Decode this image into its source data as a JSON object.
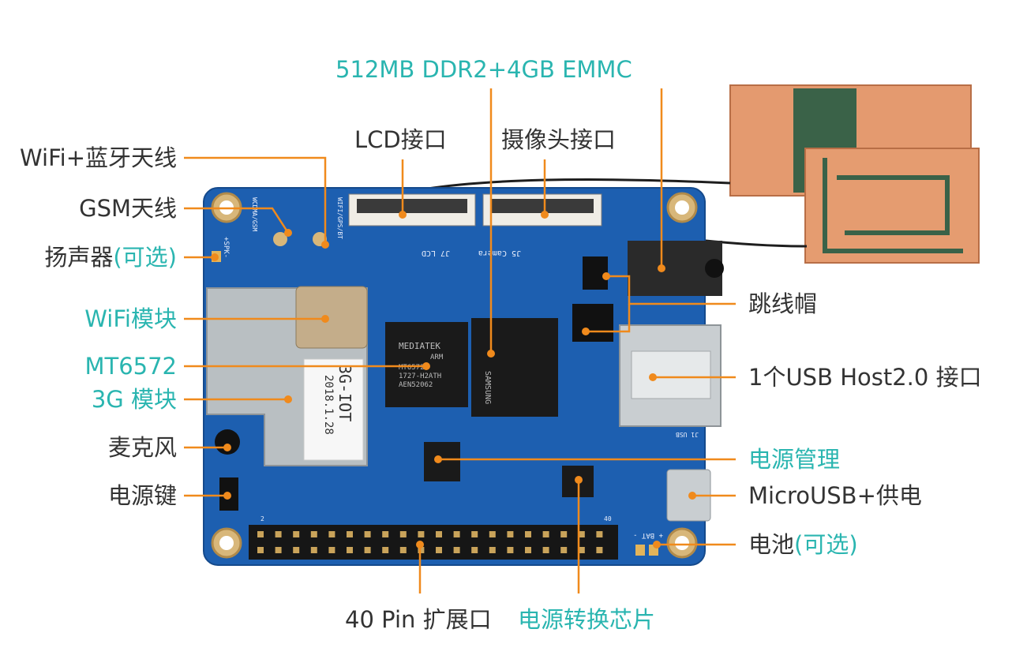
{
  "colors": {
    "accent_teal": "#2ab5b0",
    "leader_orange": "#f08a1c",
    "text_dark": "#333333",
    "pcb_blue": "#1d5fb0"
  },
  "labels": {
    "memory": "512MB DDR2+4GB EMMC",
    "lcd": "LCD接口",
    "camera": "摄像头接口",
    "wifi_bt_antenna": "WiFi+蓝牙天线",
    "gsm_antenna": "GSM天线",
    "speaker_main": "扬声器",
    "speaker_optional": "(可选)",
    "wifi_module": "WiFi模块",
    "soc": "MT6572",
    "module_3g": "3G 模块",
    "microphone": "麦克风",
    "power_key": "电源键",
    "jumper": "跳线帽",
    "usb_host": "1个USB Host2.0 接口",
    "power_mgmt": "电源管理",
    "micro_usb": "MicroUSB+供电",
    "battery_main": "电池",
    "battery_optional": "(可选)",
    "pin_header": "40 Pin 扩展口",
    "power_chip": "电源转换芯片"
  },
  "board_silkscreen": {
    "module_sticker_name": "3G-IOT",
    "module_sticker_date": "2018.1.28",
    "soc_chip_line1": "MEDIATEK",
    "soc_chip_line2": "ARM",
    "soc_chip_line3": "MT6572",
    "soc_chip_line4": "1727-H2ATH",
    "soc_chip_line5": "AEN52062",
    "mem_chip_brand": "SAMSUNG",
    "j7": "J7 LCD",
    "j5": "J5 Camera",
    "spk": "+SPK-",
    "wcdma": "WCDMA/GSM",
    "wifi_gps_bt": "WIFI/GPS/BT",
    "usb": "J1 USB",
    "bat": "+ BAT -",
    "pin_2": "2",
    "pin_40": "40"
  }
}
